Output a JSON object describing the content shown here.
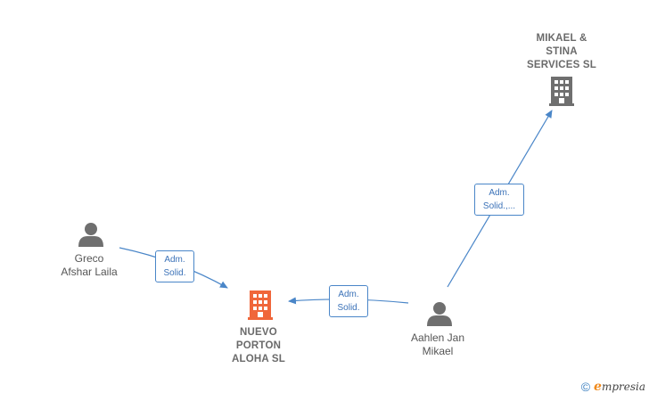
{
  "nodes": {
    "mikael_stina": {
      "lines": [
        "MIKAEL &",
        "STINA",
        "SERVICES  SL"
      ]
    },
    "nuevo_porton": {
      "lines": [
        "NUEVO",
        "PORTON",
        "ALOHA  SL"
      ]
    },
    "greco": {
      "lines": [
        "Greco",
        "Afshar Laila"
      ]
    },
    "aahlen": {
      "lines": [
        "Aahlen Jan",
        "Mikael"
      ]
    }
  },
  "edges": {
    "greco_to_nuevo": {
      "lines": [
        "Adm.",
        "Solid."
      ]
    },
    "aahlen_to_nuevo": {
      "lines": [
        "Adm.",
        "Solid."
      ]
    },
    "aahlen_to_mikael": {
      "lines": [
        "Adm.",
        "Solid.,..."
      ]
    }
  },
  "colors": {
    "edge": "#4a86c8",
    "company_gray": "#6f6f6f",
    "company_highlight": "#f0663a",
    "person": "#6f6f6f"
  },
  "footer": {
    "copyright_symbol": "©",
    "brand_initial": "e",
    "brand_rest": "mpresia"
  },
  "icons": {
    "company": "building-icon",
    "person": "person-icon"
  }
}
